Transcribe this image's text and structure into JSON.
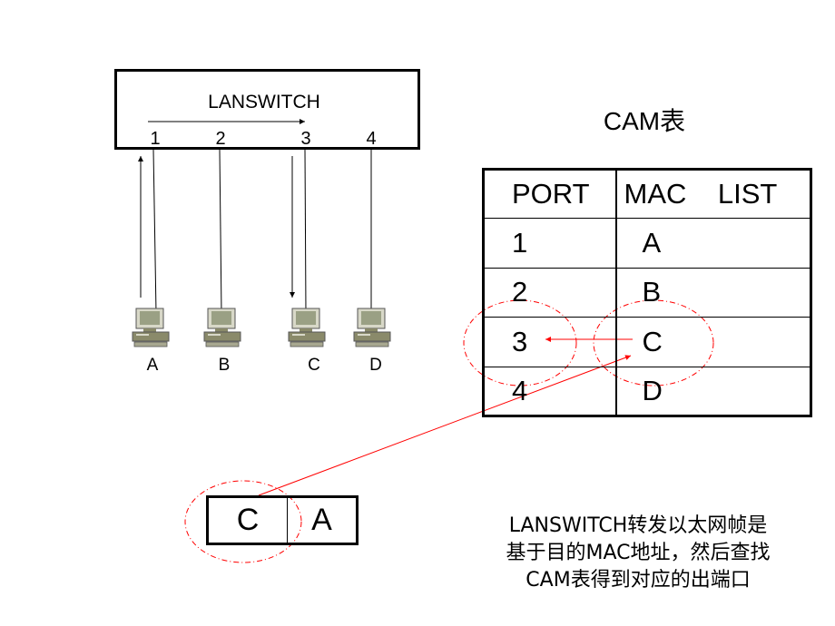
{
  "switch": {
    "name": "LANSWITCH",
    "ports": [
      "1",
      "2",
      "3",
      "4"
    ]
  },
  "hosts": [
    "A",
    "B",
    "C",
    "D"
  ],
  "cam": {
    "title": "CAM表",
    "header": {
      "port": "PORT",
      "mac": "MAC    LIST"
    },
    "rows": [
      {
        "port": "1",
        "mac": "A"
      },
      {
        "port": "2",
        "mac": "B"
      },
      {
        "port": "3",
        "mac": "C"
      },
      {
        "port": "4",
        "mac": "D"
      }
    ]
  },
  "frame": {
    "dst": "C",
    "src": "A"
  },
  "caption": [
    "LANSWITCH转发以太网帧是",
    "基于目的MAC地址，然后查找",
    "CAM表得到对应的出端口"
  ],
  "colors": {
    "highlight": "#ff0000",
    "line": "#000000",
    "pc_body": "#8a8a6a"
  },
  "icons": [
    "computer-icon"
  ]
}
